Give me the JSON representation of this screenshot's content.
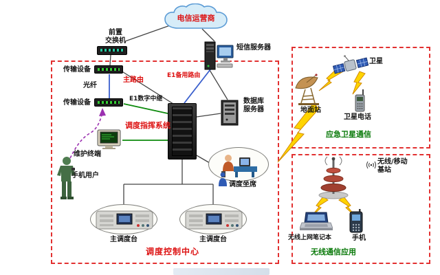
{
  "cloud": {
    "label": "电信运营商"
  },
  "top": {
    "front_switch": "前置\n交换机"
  },
  "control_center": {
    "transmission_1": "传输设备",
    "transmission_2": "传输设备",
    "fiber": "光纤",
    "main_route": "主路由",
    "e1_backup_route": "E1备用路由",
    "e1_digital_trunk": "E1数字中继",
    "dispatch_command_system": "调度指挥系统",
    "sms_server": "短信服务器",
    "database_server": "数据库\n服务器",
    "maintenance_terminal": "维护终端",
    "mobile_user": "手机用户",
    "dispatch_seat": "调度坐席",
    "main_console_1": "主调度台",
    "main_console_2": "主调度台",
    "title": "调度控制中心"
  },
  "satellite_section": {
    "satellite": "卫星",
    "ground_station": "地面站",
    "satellite_phone": "卫星电话",
    "title": "应急卫星通信"
  },
  "wireless_section": {
    "base_station": "无线/移动\n基站",
    "laptop": "无线上网笔记本",
    "phone": "手机",
    "title": "无线通信应用"
  },
  "colors": {
    "box_border": "#e23030",
    "red_text": "#dd1111",
    "green_title": "#0a7a0a",
    "cloud_fill": "#d6ecf8",
    "cloud_border": "#5b9bd5"
  }
}
